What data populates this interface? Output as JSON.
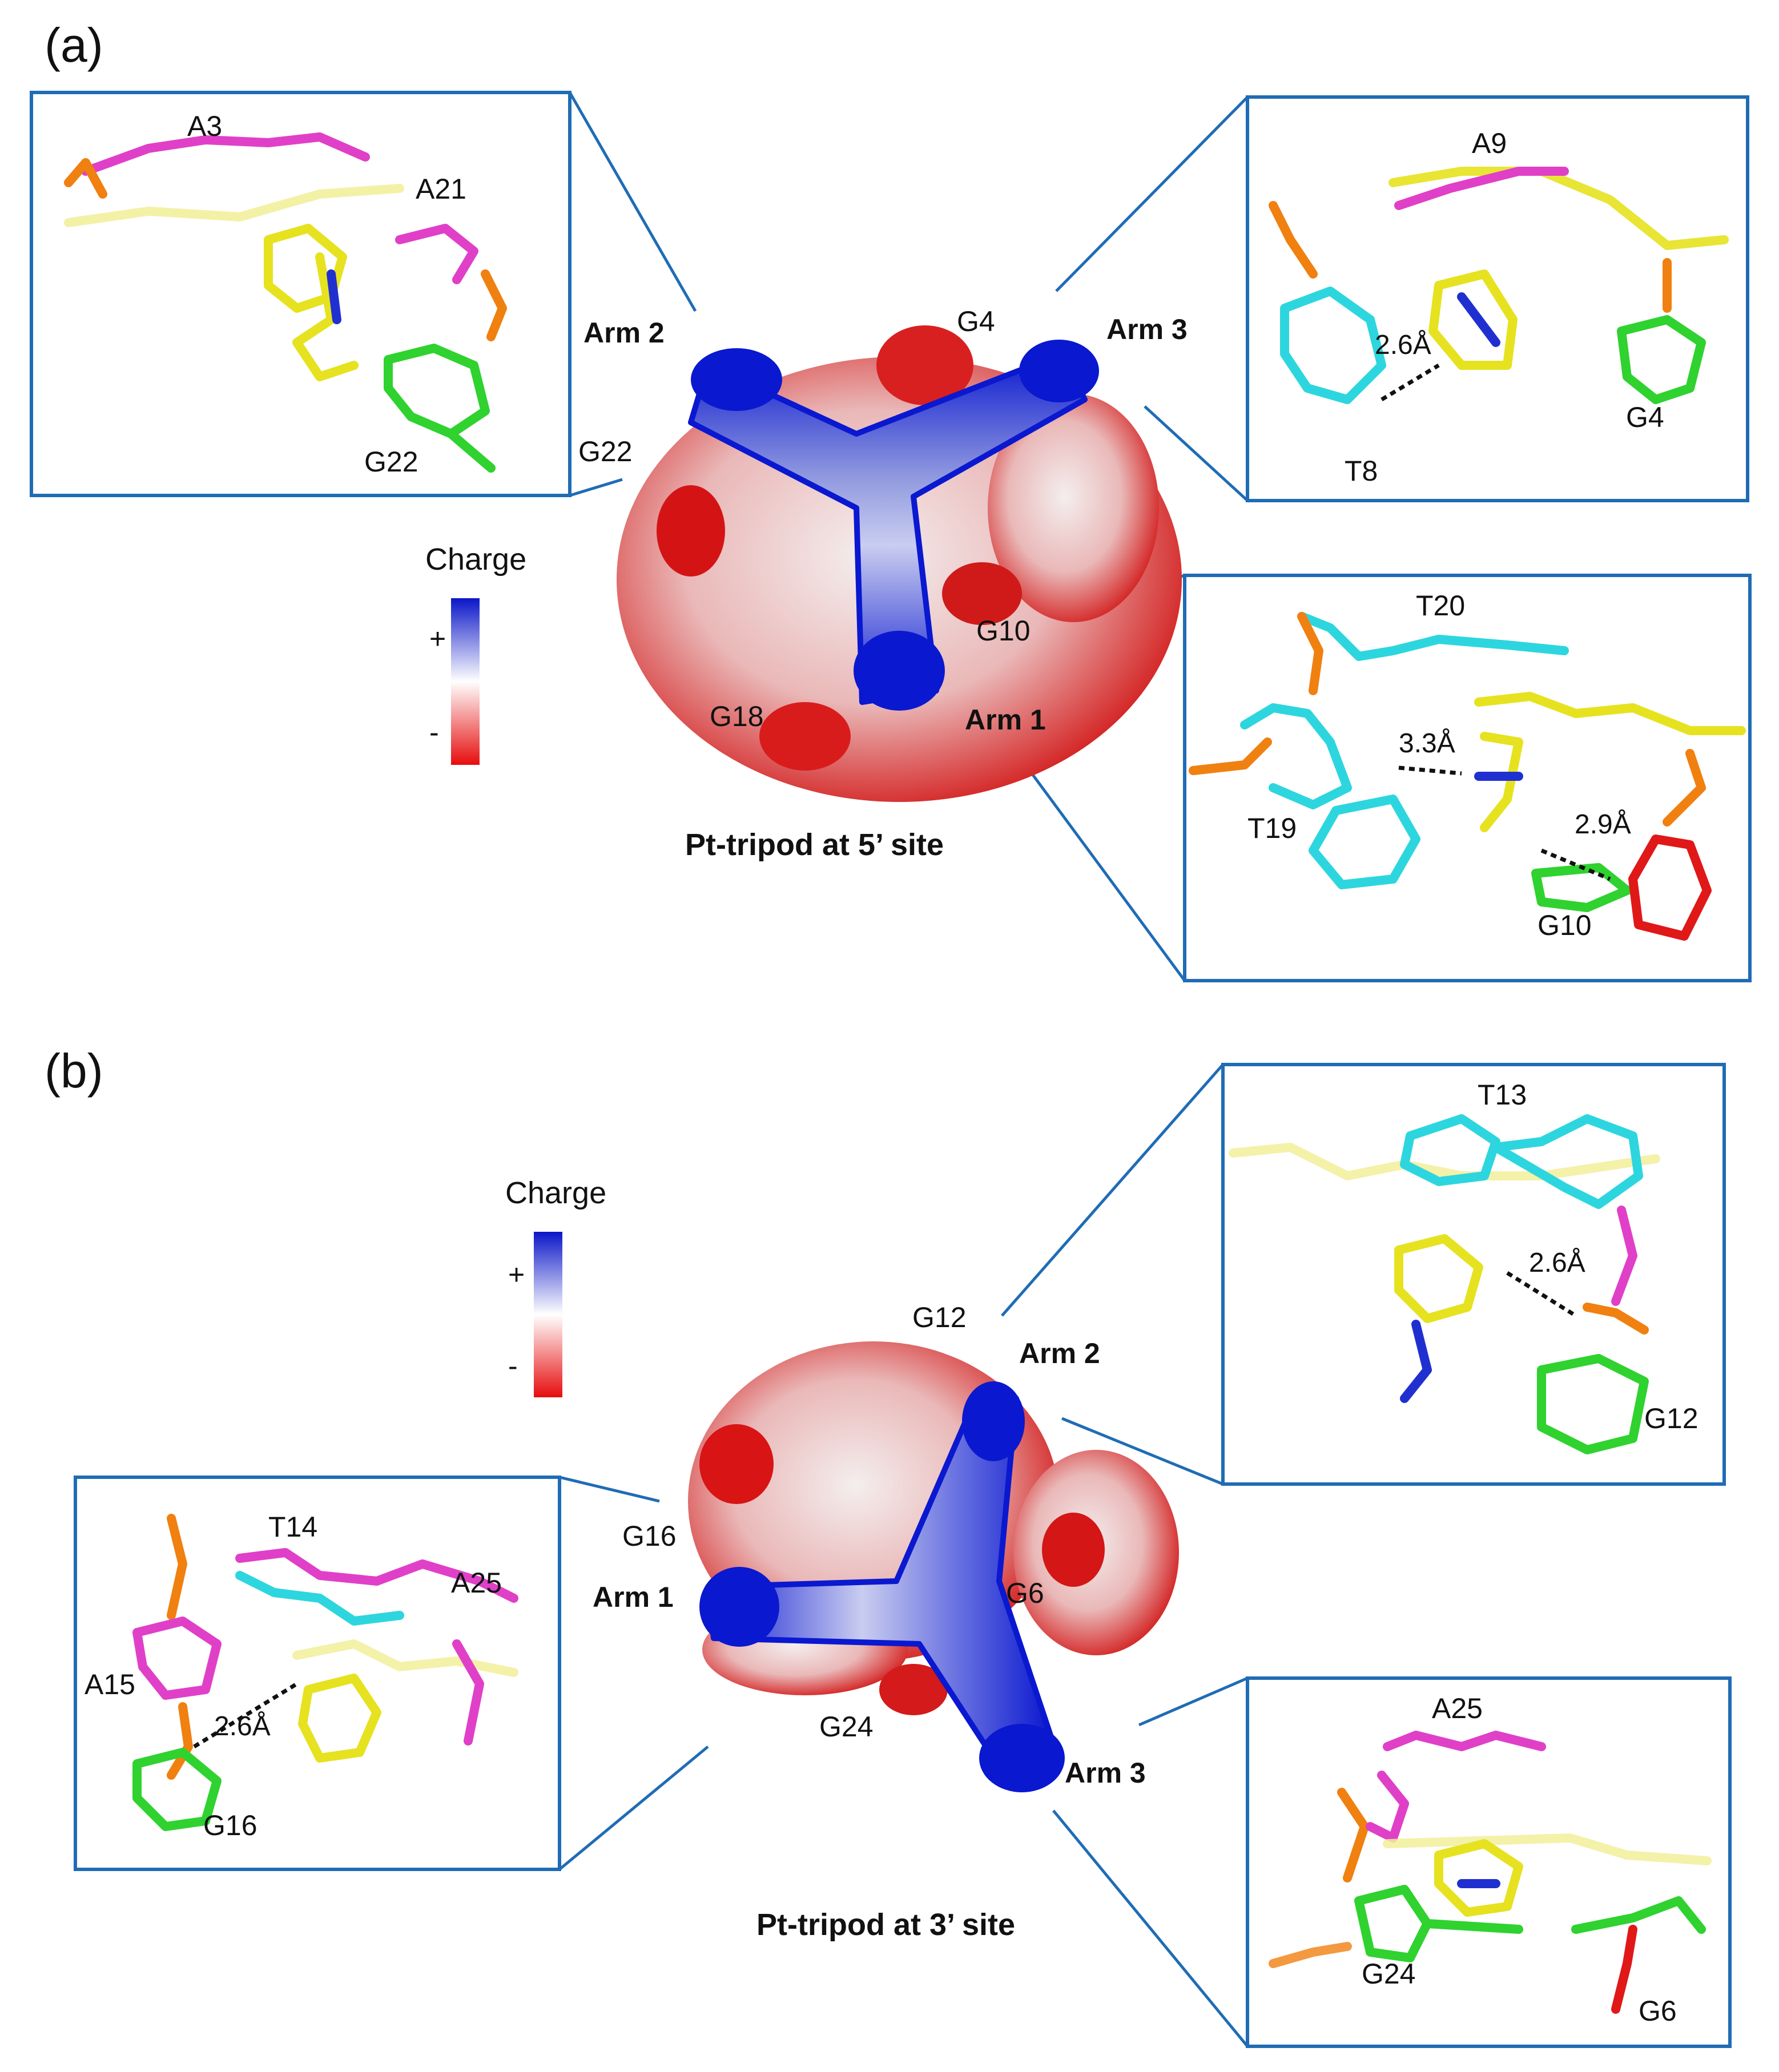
{
  "panels": {
    "a": {
      "letter": "(a)",
      "caption": "Pt-tripod at 5’ site",
      "charge_label": "Charge",
      "plus": "+",
      "minus": "-",
      "arms": {
        "arm1": "Arm 1",
        "arm2": "Arm 2",
        "arm3": "Arm 3"
      },
      "surface_labels": {
        "g4": "G4",
        "g22": "G22",
        "g10": "G10",
        "g18": "G18"
      },
      "inset_topleft": {
        "a3": "A3",
        "a21": "A21",
        "g22": "G22"
      },
      "inset_topright": {
        "a9": "A9",
        "t8": "T8",
        "g4": "G4",
        "dist": "2.6Å"
      },
      "inset_bottomright": {
        "t20": "T20",
        "t19": "T19",
        "g10": "G10",
        "dist1": "3.3Å",
        "dist2": "2.9Å"
      }
    },
    "b": {
      "letter": "(b)",
      "caption": "Pt-tripod at 3’ site",
      "charge_label": "Charge",
      "plus": "+",
      "minus": "-",
      "arms": {
        "arm1": "Arm 1",
        "arm2": "Arm 2",
        "arm3": "Arm 3"
      },
      "surface_labels": {
        "g12": "G12",
        "g16": "G16",
        "g6": "G6",
        "g24": "G24"
      },
      "inset_topright": {
        "t13": "T13",
        "g12": "G12",
        "dist": "2.6Å"
      },
      "inset_left": {
        "t14": "T14",
        "a25": "A25",
        "a15": "A15",
        "g16": "G16",
        "dist": "2.6Å"
      },
      "inset_bottomright": {
        "a25": "A25",
        "g24": "G24",
        "g6": "G6"
      }
    }
  },
  "colors": {
    "frame": "#1f6cb5",
    "positive": "#0b16c8",
    "negative": "#e60d0d",
    "neutral": "#f2f2f2",
    "carbon_yellow": "#e6e21f",
    "carbon_magenta": "#e040c8",
    "carbon_cyan": "#2dd6de",
    "carbon_green": "#2fd22f",
    "phosphorus": "#f08010",
    "nitrogen": "#2030d0",
    "oxygen": "#e01818",
    "platinum": "#c8c8c8"
  },
  "icons": [
    "charge-colorbar",
    "electrostatic-surface",
    "molecular-stick-model",
    "hydrogen-bond"
  ]
}
